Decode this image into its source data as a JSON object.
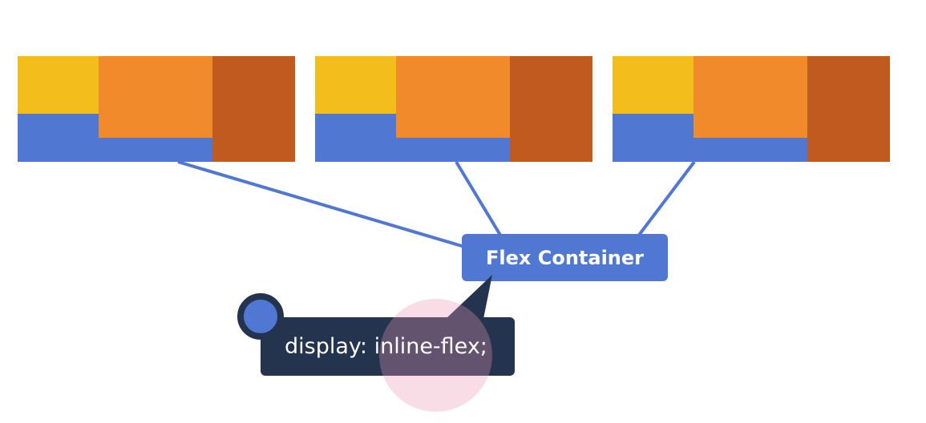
{
  "diagram": {
    "label": "Flex Container",
    "code": "display: inline-flex;",
    "flex_boxes": [
      {
        "id": "box-1",
        "items": [
          "yellow",
          "orange",
          "rust",
          "blue"
        ]
      },
      {
        "id": "box-2",
        "items": [
          "yellow",
          "orange",
          "rust",
          "blue"
        ]
      },
      {
        "id": "box-3",
        "items": [
          "yellow",
          "orange",
          "rust",
          "blue"
        ]
      }
    ]
  },
  "colors": {
    "container_blue": "#5077d1",
    "item_yellow": "#f3bd1c",
    "item_orange": "#f08a2b",
    "item_rust": "#c05a1e",
    "code_background": "#24344f",
    "cursor_highlight": "#e896b2"
  }
}
